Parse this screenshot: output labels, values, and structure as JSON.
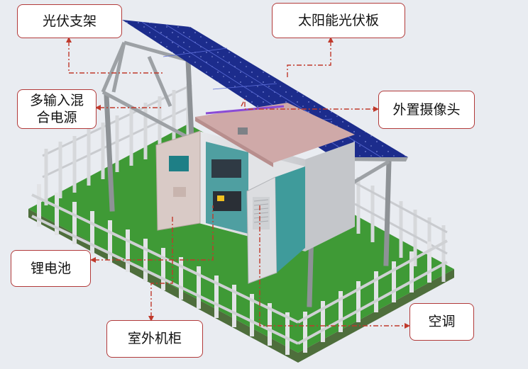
{
  "labels": {
    "pv_bracket": "光伏支架",
    "solar_panel": "太阳能光伏板",
    "multi_input_power": [
      "多输入混",
      "合电源"
    ],
    "external_camera": "外置摄像头",
    "lithium_battery": "锂电池",
    "outdoor_cabinet": "室外机柜",
    "air_conditioner": "空调"
  },
  "colors": {
    "callout_border": "#b23a3a",
    "leader_line": "#c0392b",
    "panel": "#1c2c8c",
    "grass": "#3f9a36",
    "base": "#4e6e3c",
    "fence": "#e2e3e6",
    "cabinet": "#d7d8dc",
    "cabinet_roof": "#cfa9a8",
    "cabinet_interior": "#4f9fa1",
    "frame": "#8e9296"
  }
}
